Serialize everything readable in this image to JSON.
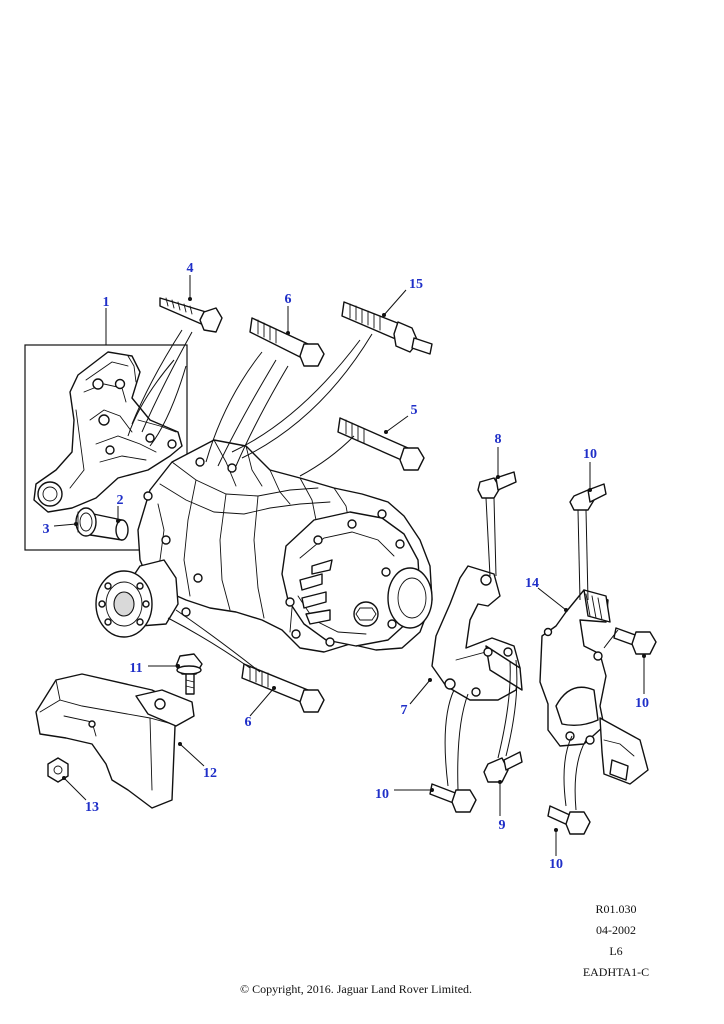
{
  "callouts": {
    "c1": "1",
    "c2": "2",
    "c3": "3",
    "c4": "4",
    "c5": "5",
    "c6a": "6",
    "c6b": "6",
    "c7": "7",
    "c8": "8",
    "c9": "9",
    "c10a": "10",
    "c10b": "10",
    "c10c": "10",
    "c10d": "10",
    "c11": "11",
    "c12": "12",
    "c13": "13",
    "c14": "14",
    "c15": "15"
  },
  "reference": {
    "code": "R01.030",
    "date": "04-2002",
    "variant": "L6",
    "illustration": "EADHTA1-C"
  },
  "copyright": "© Copyright, 2016. Jaguar Land Rover Limited.",
  "colors": {
    "callout": "#1f2fc8",
    "line": "#111111"
  }
}
